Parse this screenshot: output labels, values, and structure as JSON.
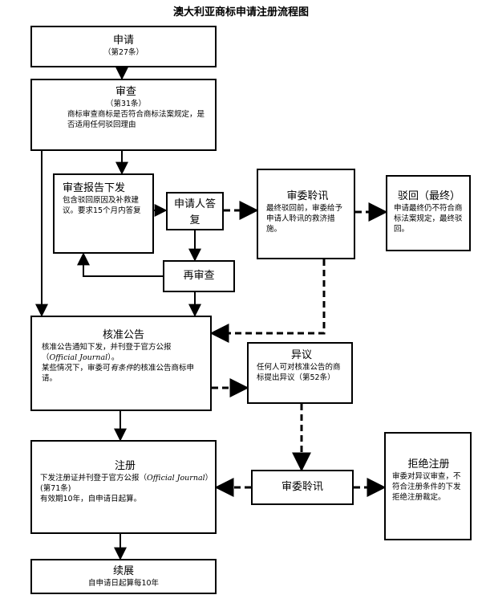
{
  "title": "澳大利亚商标申请注册流程图",
  "nodes": {
    "apply": {
      "title": "申请",
      "note": "（第27条）"
    },
    "review": {
      "title": "审查",
      "note": "（第31条）",
      "desc": "商标审查商标是否符合商标法案规定，是否适用任何驳回理由"
    },
    "report": {
      "title": "审查报告下发",
      "desc": "包含驳回原因及补救建议。要求15个月内答复"
    },
    "reply": {
      "title": "申请人答复"
    },
    "hearing1": {
      "title": "审委聆讯",
      "desc": "最终驳回前，审委给予申请人聆讯的救济措施。"
    },
    "reject": {
      "title": "驳回（最终）",
      "desc": "申请最终仍不符合商标法案规定，最终驳回。"
    },
    "recheck": {
      "title": "再审查"
    },
    "accept": {
      "title": "核准公告",
      "line1": "核准公告通知下发，并刊登于官方公报（",
      "journal": "Official Journal",
      "line1b": "）。",
      "line2": "某些情况下，审委可",
      "cond": "有条件",
      "line2b": "的核准公告商标申请。"
    },
    "opposition": {
      "title": "异议",
      "desc": "任何人可对核准公告的商标提出异议（第52条）"
    },
    "register": {
      "title": "注册",
      "line1": "下发注册证并刊登于官方公报（",
      "journal": "Official Journal",
      "line1b": "）(第71条)",
      "line2": "有效期10年，自申请日起算。"
    },
    "hearing2": {
      "title": "审委聆讯"
    },
    "refuse": {
      "title": "拒绝注册",
      "desc": "审委对异议审查，不符合注册条件的下发拒绝注册裁定。"
    },
    "renew": {
      "title": "续展",
      "desc": "自申请日起算每10年"
    }
  }
}
